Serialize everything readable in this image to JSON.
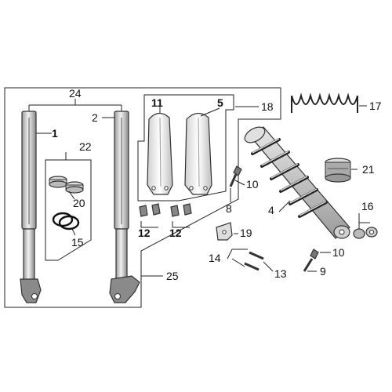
{
  "diagram": {
    "callouts": {
      "c24": "24",
      "c1": "1",
      "c2": "2",
      "c22": "22",
      "c20": "20",
      "c15": "15",
      "c11": "11",
      "c5": "5",
      "c18": "18",
      "c12a": "12",
      "c12b": "12",
      "c17": "17",
      "c10a": "10",
      "c8": "8",
      "c4": "4",
      "c21": "21",
      "c16": "16",
      "c19": "19",
      "c14": "14",
      "c13": "13",
      "c10b": "10",
      "c9": "9",
      "c25": "25"
    }
  }
}
